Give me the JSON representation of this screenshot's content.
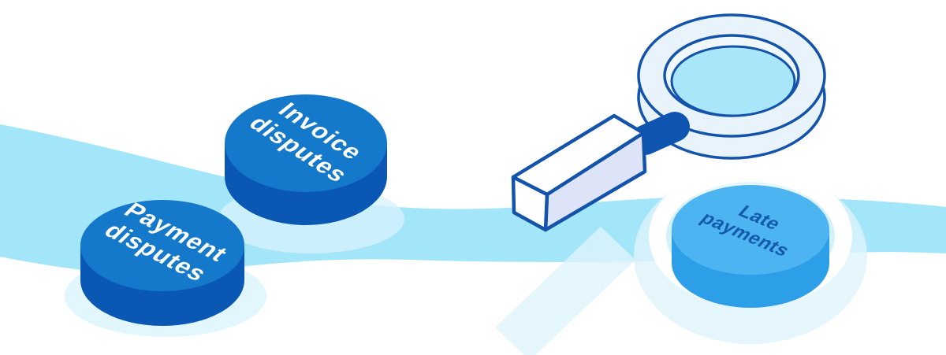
{
  "scene": {
    "background": "#ffffff",
    "ribbon_color": "#a3e6fa",
    "glow_color": "#dcf4fd",
    "discs": [
      {
        "id": "invoice-disputes",
        "label": "Invoice disputes",
        "line1": "Invoice",
        "line2": "disputes",
        "top_color": "#1478cb",
        "side_color": "#0a58b4",
        "text_color": "#ffffff"
      },
      {
        "id": "payment-disputes",
        "label": "Payment disputes",
        "line1": "Payment",
        "line2": "disputes",
        "top_color": "#1478cb",
        "side_color": "#0a58b4",
        "text_color": "#ffffff"
      },
      {
        "id": "late-payments",
        "label": "Late payments",
        "line1": "Late",
        "line2": "payments",
        "top_color": "#4cb5f1",
        "side_color": "#2d9fe9",
        "text_color": "#1459ab"
      }
    ],
    "magnifier": {
      "outline_color": "#1353ac",
      "frame_fill": "#e8f3fb",
      "rim_fill": "#f0f8fd",
      "lens_fill": "#a9e6f9",
      "handle_top_fill": "#ffffff",
      "handle_front_fill": "#dde4f7",
      "ferrule_color": "#0e55b2",
      "shadow_color": "#def4fc",
      "highlight_ring_color": "#ffffff"
    }
  }
}
